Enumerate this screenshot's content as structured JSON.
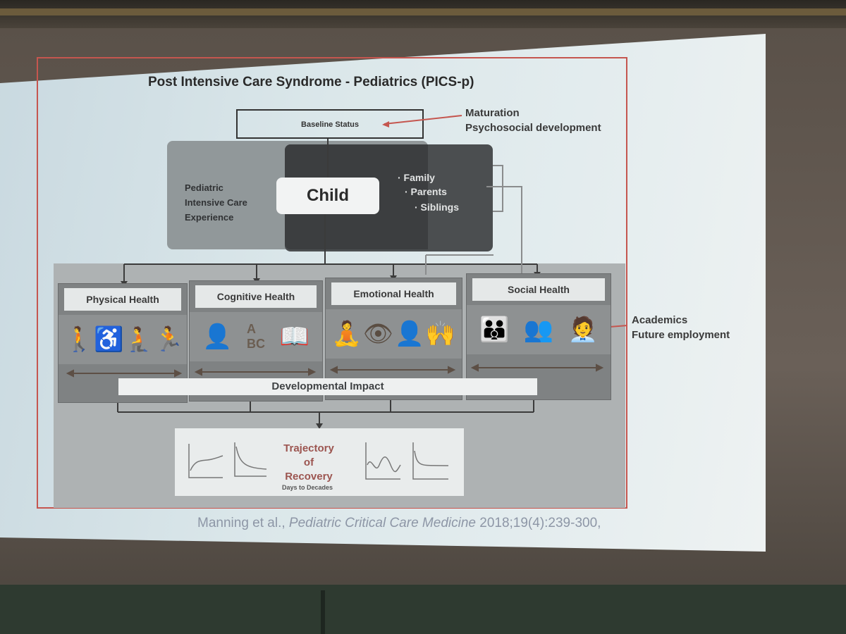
{
  "slide": {
    "title": "Post Intensive Care Syndrome - Pediatrics (PICS-p)",
    "baseline": "Baseline Status",
    "baseline_inputs": [
      "Maturation",
      "Psychosocial development"
    ],
    "picu_label_lines": [
      "Pediatric",
      "Intensive Care",
      "Experience"
    ],
    "child": "Child",
    "family_items": [
      "· Family",
      "· Parents",
      "· Siblings"
    ],
    "health_columns": [
      {
        "label": "Physical Health",
        "icons": [
          "toddler-icon",
          "wheelchair-icon",
          "crawling-baby-icon",
          "running-child-icon"
        ]
      },
      {
        "label": "Cognitive Health",
        "icons": [
          "brain-head-icon",
          "abc-blocks-icon",
          "book-icon"
        ]
      },
      {
        "label": "Emotional Health",
        "icons": [
          "sitting-child-icon",
          "eye-tear-icon",
          "head-gear-icon",
          "stress-icon"
        ]
      },
      {
        "label": "Social Health",
        "icons": [
          "family-hands-icon",
          "people-group-icon",
          "employee-icon"
        ]
      }
    ],
    "developmental_impact": "Developmental Impact",
    "outcome_inputs": [
      "Academics",
      "Future employment"
    ],
    "trajectory_lines": [
      "Trajectory",
      "of Recovery"
    ],
    "trajectory_span": "Days to Decades",
    "citation_authors": "Manning et al., ",
    "citation_journal": "Pediatric Critical Care Medicine",
    "citation_ref": " 2018;19(4):239-300,",
    "colors": {
      "accent_red": "#c5564f",
      "dark_block": "#4b4e50",
      "panel_gray": "#aeb2b3"
    }
  }
}
